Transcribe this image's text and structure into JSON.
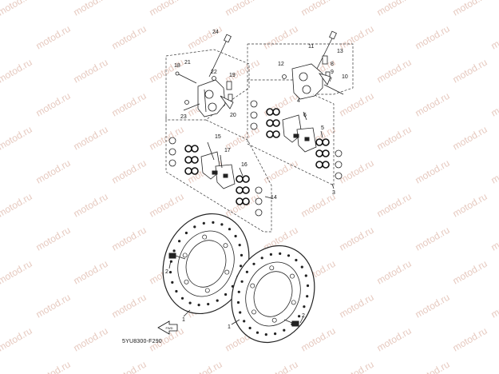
{
  "watermark": "motod.ru",
  "part_code": "5YU8300-F290",
  "fwd_label": "FWD",
  "callouts": {
    "c24": "24",
    "c21": "21",
    "c18": "18",
    "c22": "22",
    "c19": "19",
    "c23": "23",
    "c20": "20",
    "c15": "15",
    "c17": "17",
    "c16": "16",
    "c14": "14",
    "c11": "11",
    "c13": "13",
    "c12": "12",
    "c8": "8",
    "c9": "9",
    "c7": "7",
    "c10": "10",
    "c4": "4",
    "c6": "6",
    "c5": "5",
    "c3": "3",
    "c2a": "2",
    "c2b": "2",
    "c1a": "1",
    "c1b": "1"
  }
}
